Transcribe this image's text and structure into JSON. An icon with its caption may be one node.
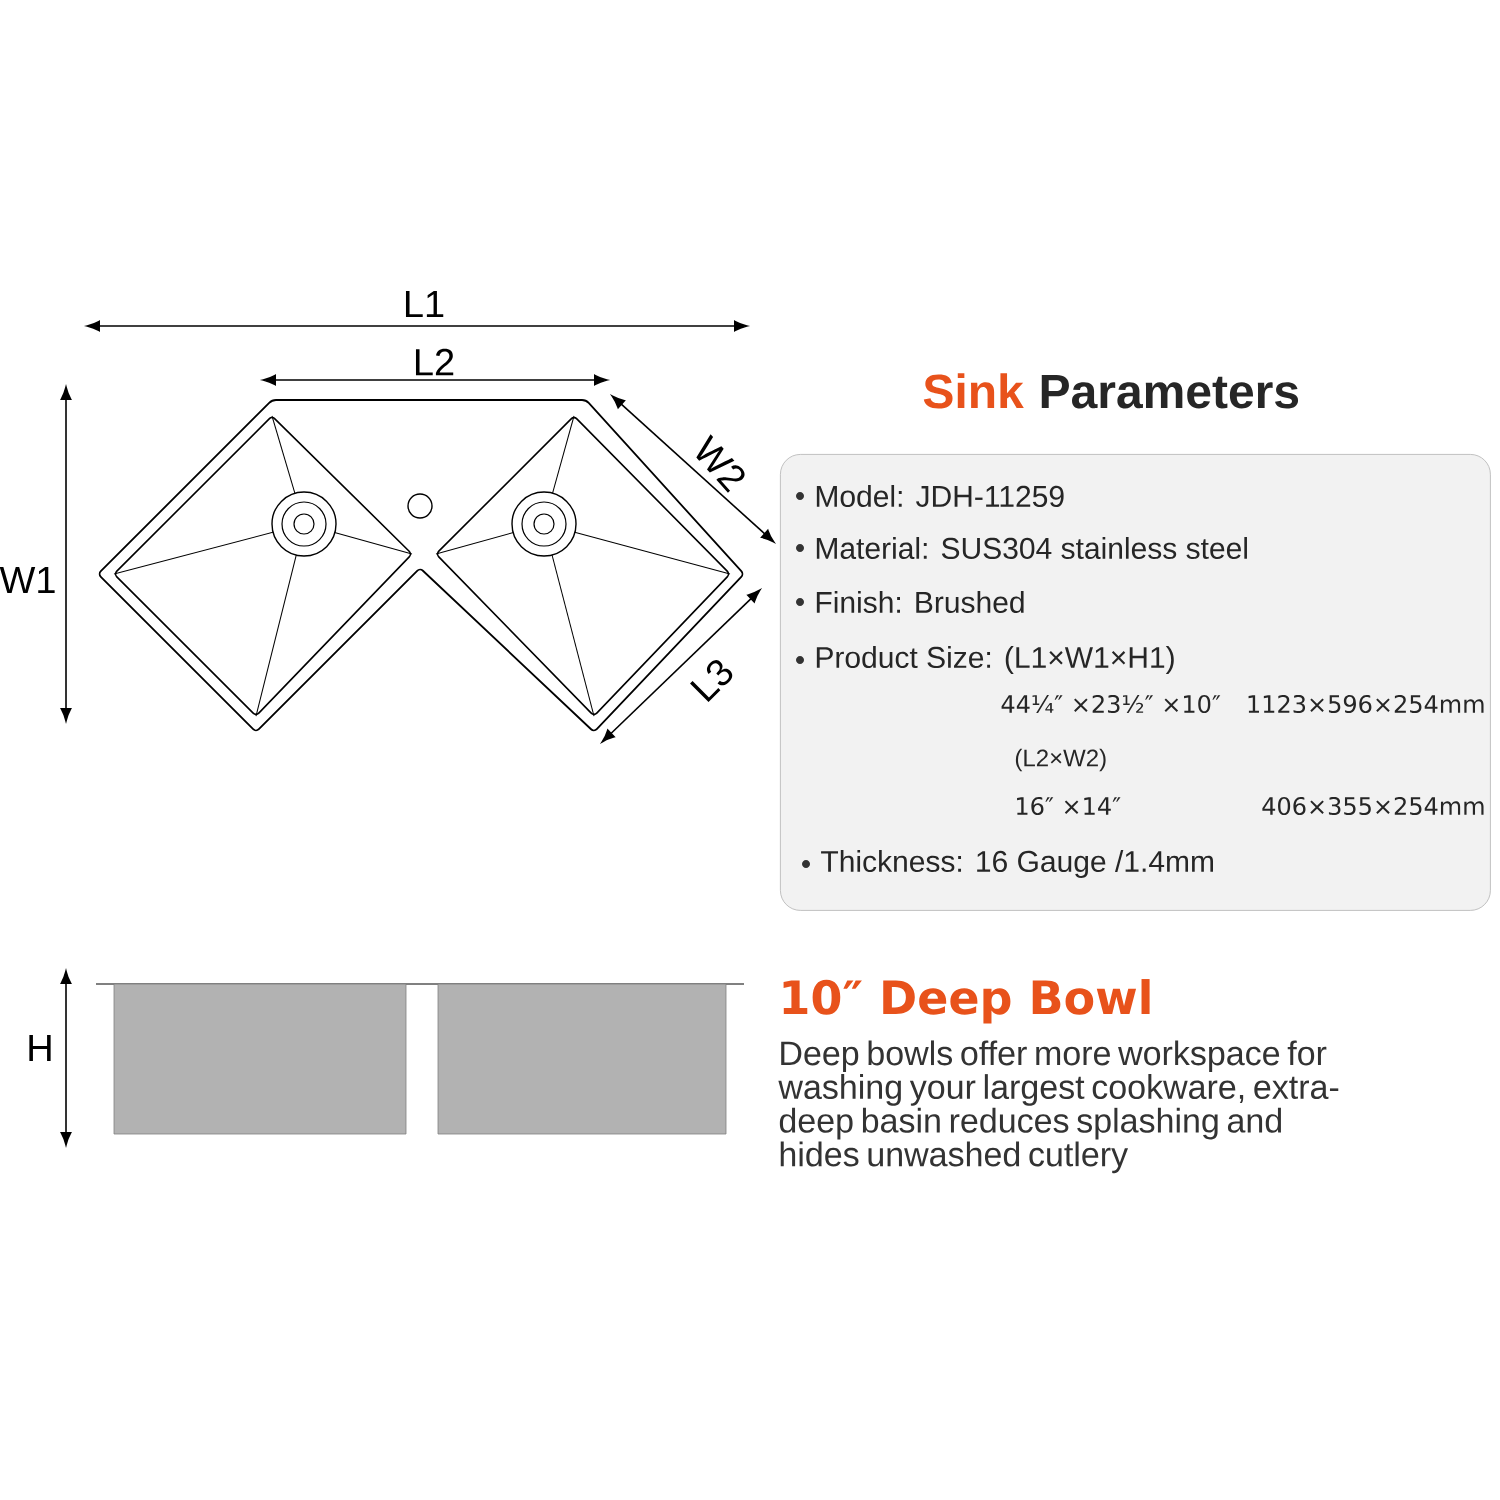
{
  "diagram": {
    "nodes": [
      {
        "text": [
          "Model: JDH-11259",
          "Material: SUS304 stainless steel",
          "Finish: Brushed",
          "Product Size: (L1×W1×H1)",
          "44¼″ ×23½″ ×10″",
          "1123×596×254mm",
          "(L2×W2)",
          "16″ ×14″",
          "406×355×254mm",
          "Thickness: 16 Gauge /1.4mm"
        ]
      }
    ],
    "labels": [
      "L1",
      "L2",
      "W2",
      "W1",
      "L3",
      "Sink",
      "Parameters",
      "H",
      "10″ Deep Bowl",
      "Deep bowls offer more workspace for washing your largest cookware, extra-deep basin reduces splashing and hides unwashed cutlery"
    ]
  }
}
